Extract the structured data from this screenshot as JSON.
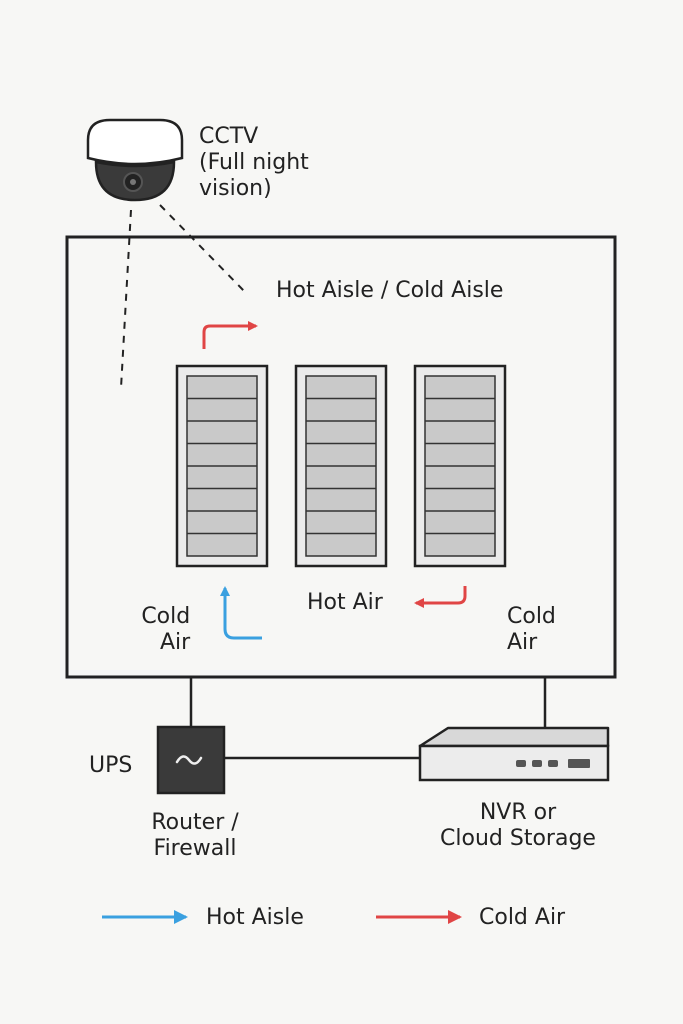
{
  "camera": {
    "icon": "dome-camera-icon",
    "label_line1": "CCTV",
    "label_line2": "(Full night",
    "label_line3": "vision)"
  },
  "room": {
    "title": "Hot Aisle / Cold Aisle",
    "rack_count": 3,
    "slots_per_rack": 8,
    "cold_air_left_line1": "Cold",
    "cold_air_left_line2": "Air",
    "hot_air": "Hot Air",
    "cold_air_right_line1": "Cold",
    "cold_air_right_line2": "Air"
  },
  "devices": {
    "ups_label": "UPS",
    "ups_icon": "sine-wave-icon",
    "router_line1": "Router /",
    "router_line2": "Firewall",
    "nvr_line1": "NVR or",
    "nvr_line2": "Cloud Storage"
  },
  "legend": {
    "item1_label": "Hot Aisle",
    "item1_color": "#3aa0e0",
    "item2_label": "Cold Air",
    "item2_color": "#e04545"
  },
  "colors": {
    "blue": "#3aa0e0",
    "red": "#e04545",
    "line": "#222222",
    "rack_fill": "#c9c9c9"
  }
}
